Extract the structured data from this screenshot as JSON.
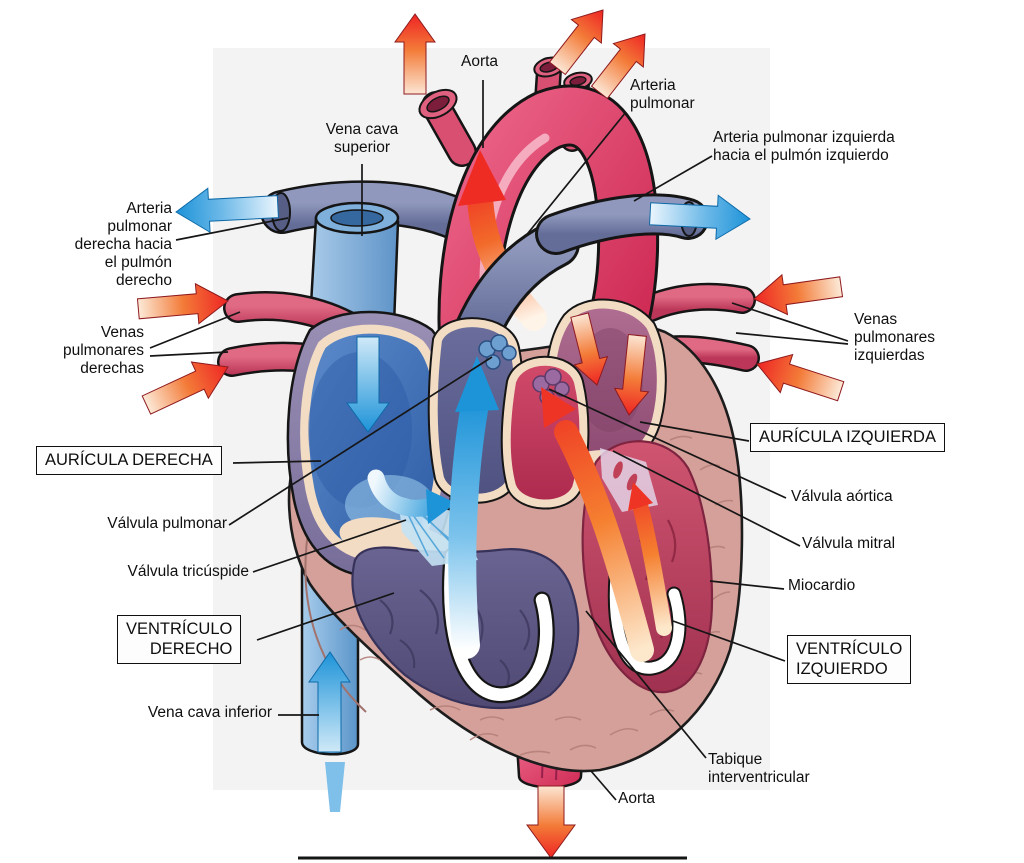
{
  "labels": {
    "aorta_top": "Aorta",
    "vena_cava_superior": "Vena cava\nsuperior",
    "arteria_pulmonar": "Arteria\npulmonar",
    "arteria_pulmonar_izquierda": "Arteria pulmonar izquierda\nhacia el pulmón izquierdo",
    "arteria_pulmonar_derecha": "Arteria\npulmonar\nderecha hacia\nel pulmón\nderecho",
    "venas_pulmonares_derechas": "Venas\npulmonares\nderechas",
    "venas_pulmonares_izquierdas": "Venas\npulmonares\nizquierdas",
    "auricula_derecha": "AURÍCULA DERECHA",
    "auricula_izquierda": "AURÍCULA IZQUIERDA",
    "valvula_pulmonar": "Válvula pulmonar",
    "valvula_aortica": "Válvula aórtica",
    "valvula_mitral": "Válvula mitral",
    "valvula_tricuspide": "Válvula tricúspide",
    "miocardio": "Miocardio",
    "ventriculo_derecho": "VENTRÍCULO\nDERECHO",
    "ventriculo_izquierdo": "VENTRÍCULO\nIZQUIERDO",
    "vena_cava_inferior": "Vena cava inferior",
    "tabique_interventricular": "Tabique\ninterventricular",
    "aorta_bottom": "Aorta"
  },
  "colors": {
    "background": "#ffffff",
    "panel": "#f3f3f4",
    "label_text": "#0f0f0f",
    "leader_line": "#161616",
    "aorta_red": "#dd3f67",
    "pulmonary_artery_blue_gray": "#7b84ad",
    "vena_cava_blue": "#6fa3d8",
    "pulmonary_vein_red": "#d04a6c",
    "right_atrium_blue": "#3a66ae",
    "right_ventricle_slate": "#5d5780",
    "left_atrium_plum": "#9a5278",
    "left_ventricle_red": "#c24a66",
    "myocardium_tan": "#d4a099",
    "endocardium_cream": "#f2dcc4",
    "flow_blue": "#1d93d8",
    "flow_red": "#ee2a24",
    "flow_orange": "#f58030",
    "outline": "#151515"
  }
}
